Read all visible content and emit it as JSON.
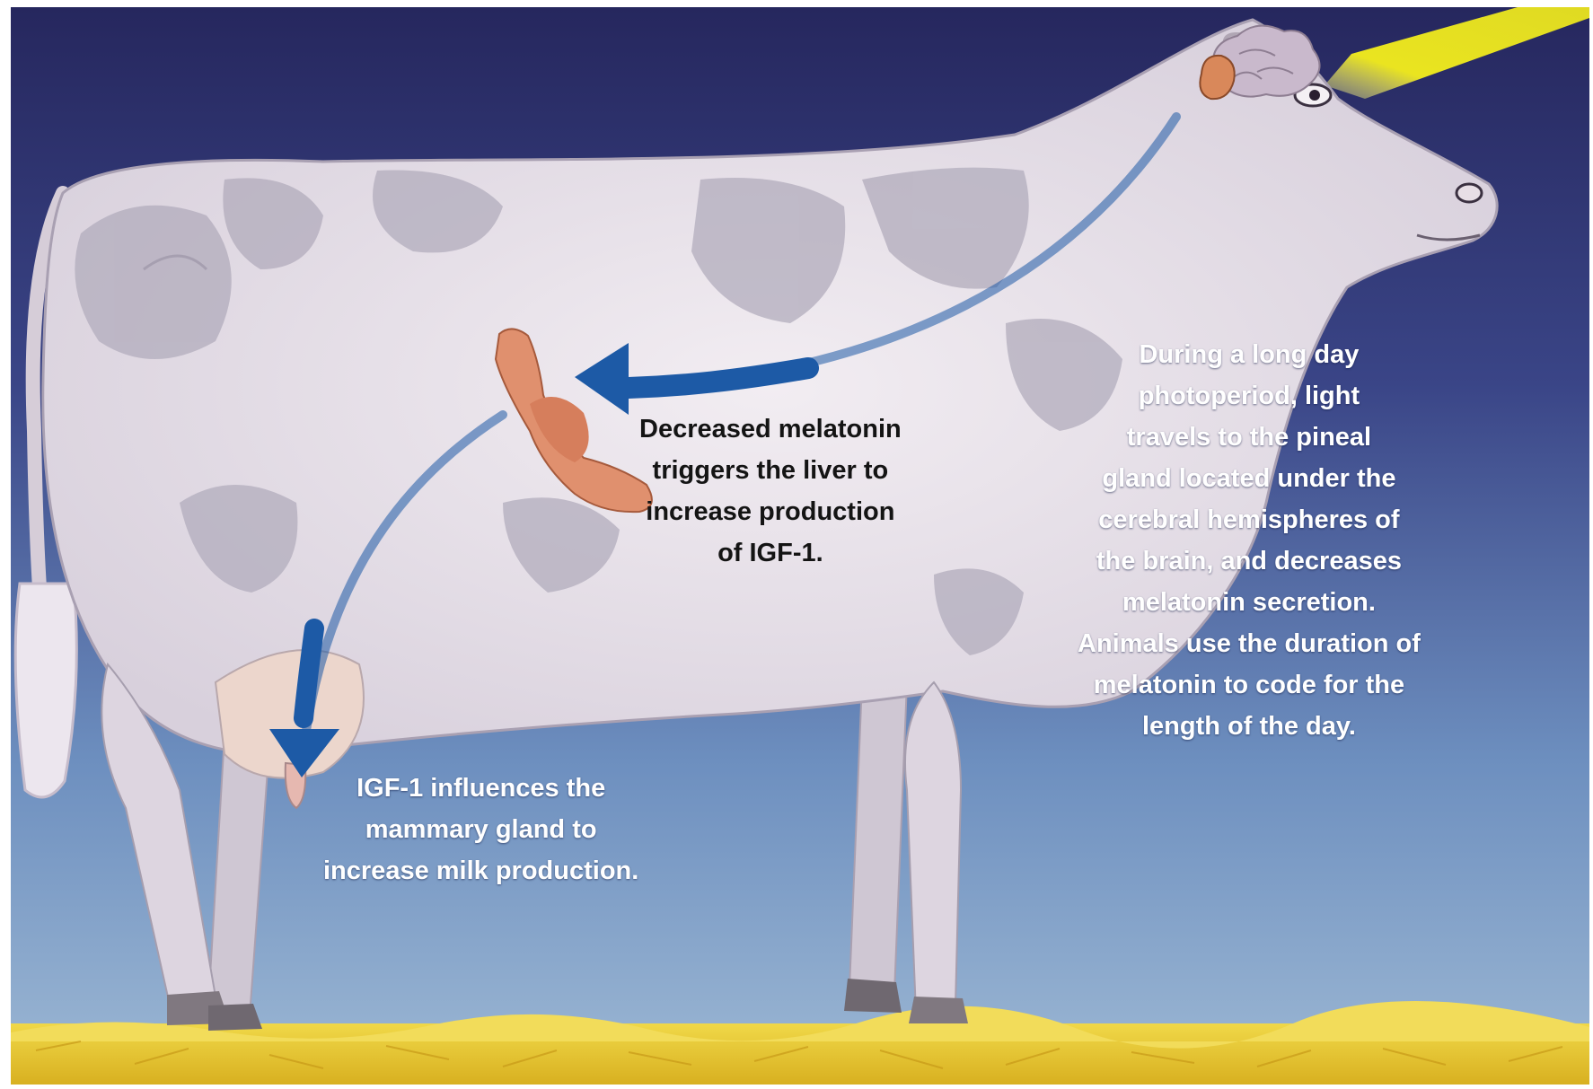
{
  "colors": {
    "sky_top": "#26275e",
    "sky_bottom": "#9db8d4",
    "straw": "#e8c830",
    "cow_body": "#e4dde6",
    "cow_patch": "#b2acbc",
    "arrow_blue": "#1d5aa6",
    "liver": "#e0906e",
    "brain": "#c9b9cc",
    "pineal": "#d9885a",
    "light_beam": "#f4ee1c"
  },
  "callouts": {
    "liver": [
      "Decreased melatonin",
      "triggers the liver to",
      "increase production",
      "of IGF-1."
    ],
    "mammary": [
      "IGF-1 influences the",
      "mammary gland to",
      "increase milk production."
    ],
    "photoperiod": [
      "During a long day",
      "photoperiod, light",
      "travels to the pineal",
      "gland located under the",
      "cerebral hemispheres of",
      "the brain, and decreases",
      "melatonin secretion.",
      "Animals use the duration of",
      "melatonin to code for the",
      "length of the day."
    ]
  },
  "icons": {
    "light_beam": "light-beam-icon",
    "brain": "brain-icon",
    "pineal_gland": "pineal-gland-icon",
    "liver": "liver-icon",
    "signal_arrow_brain_to_liver": "arrow-icon",
    "signal_arrow_liver_to_udder": "arrow-icon"
  }
}
